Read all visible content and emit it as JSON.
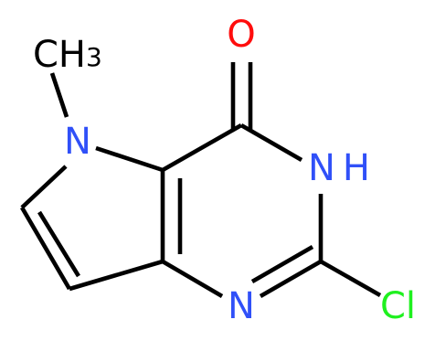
{
  "molecule": {
    "atoms": [
      {
        "id": "O",
        "symbol": "O",
        "color": "#ff0d0d"
      },
      {
        "id": "CH3",
        "symbol": "CH",
        "subscript": "3",
        "color": "#000000"
      },
      {
        "id": "N5",
        "symbol": "N",
        "color": "#3050f8"
      },
      {
        "id": "N3",
        "symbol": "N",
        "suffix": "H",
        "color": "#3050f8"
      },
      {
        "id": "N1",
        "symbol": "N",
        "color": "#3050f8"
      },
      {
        "id": "Cl",
        "symbol": "Cl",
        "color": "#1ff01f"
      }
    ],
    "bond_color": "#000000"
  }
}
